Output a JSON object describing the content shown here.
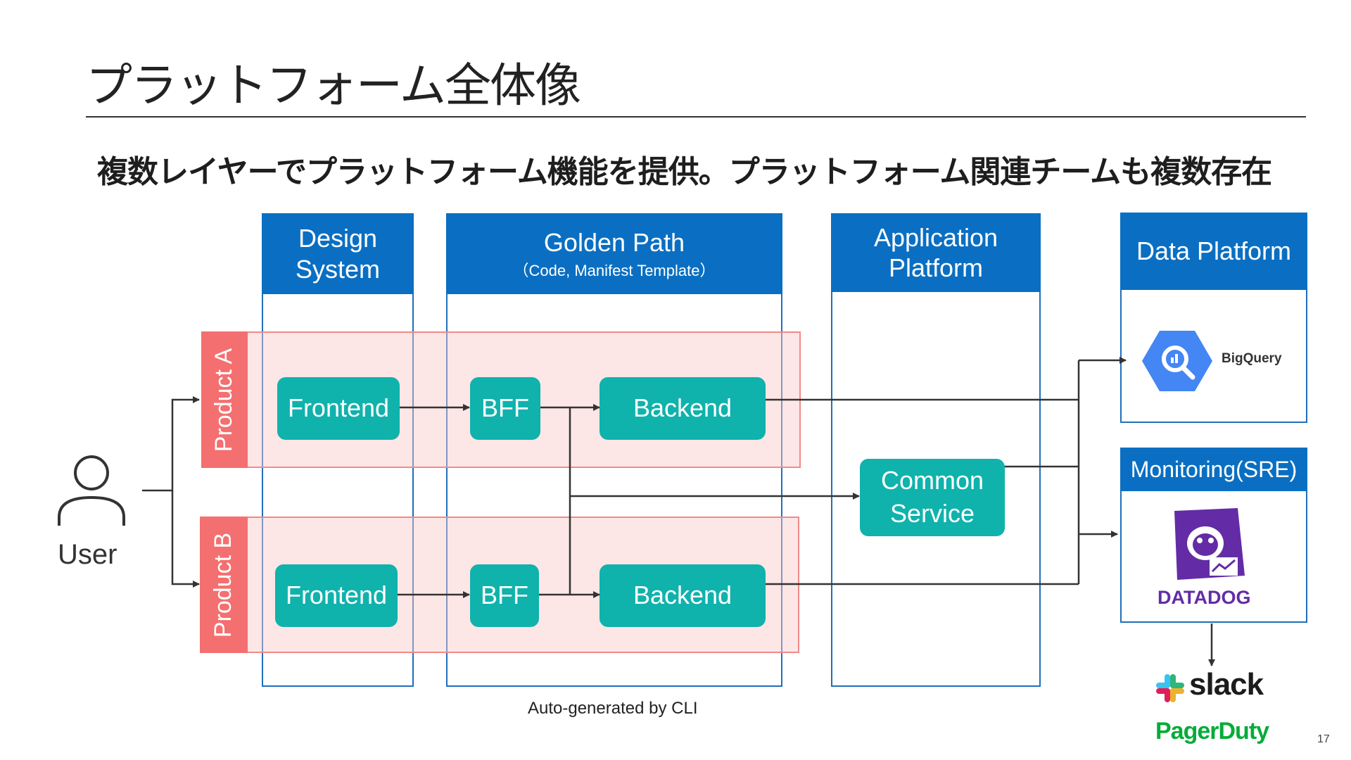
{
  "slide": {
    "title": "プラットフォーム全体像",
    "subtitle": "複数レイヤーでプラットフォーム機能を提供。プラットフォーム関連チームも複数存在",
    "page_number": "17"
  },
  "columns": {
    "design_system": {
      "line1": "Design",
      "line2": "System"
    },
    "golden_path": {
      "title": "Golden Path",
      "sub": "（Code, Manifest Template）"
    },
    "application_platform": {
      "line1": "Application",
      "line2": "Platform"
    },
    "data_platform": {
      "title": "Data Platform"
    },
    "monitoring": {
      "title": "Monitoring(SRE)"
    }
  },
  "products": {
    "a": {
      "label": "Product A",
      "frontend": "Frontend",
      "bff": "BFF",
      "backend": "Backend"
    },
    "b": {
      "label": "Product B",
      "frontend": "Frontend",
      "bff": "BFF",
      "backend": "Backend"
    }
  },
  "common_service": {
    "line1": "Common",
    "line2": "Service"
  },
  "user": {
    "label": "User"
  },
  "footer": {
    "auto_generated": "Auto-generated by CLI"
  },
  "logos": {
    "bigquery": "BigQuery",
    "datadog": "DATADOG",
    "slack": "slack",
    "pagerduty": "PagerDuty"
  },
  "colors": {
    "column_header": "#0a6fc2",
    "node": "#10b2ac",
    "product_band": "#f46f6f",
    "bigquery": "#4386f4",
    "datadog": "#632ca6",
    "pagerduty": "#06ac38"
  }
}
